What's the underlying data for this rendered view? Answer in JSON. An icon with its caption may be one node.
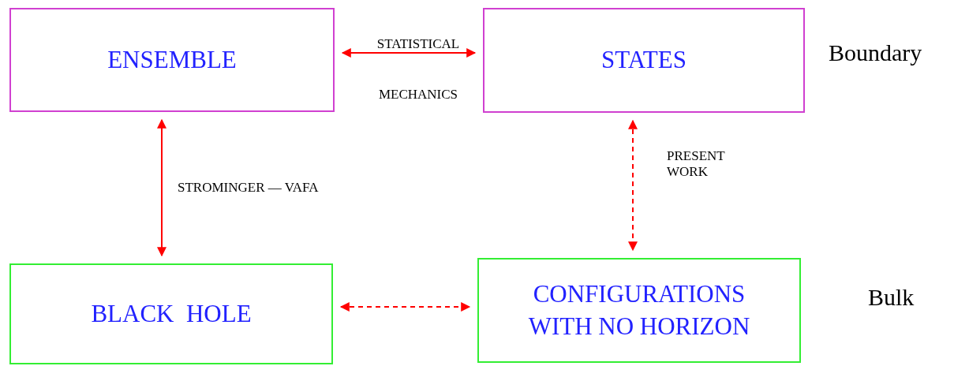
{
  "diagram": {
    "nodes": [
      {
        "text": [
          "ENSEMBLE"
        ]
      },
      {
        "text": [
          "STATES"
        ]
      },
      {
        "text": [
          "BLACK  HOLE"
        ]
      },
      {
        "text": [
          "CONFIGURATIONS WITH NO HORIZON"
        ]
      }
    ],
    "edges": [
      {
        "from": 0,
        "to": 1,
        "arrow": "both",
        "label": "STATISTICAL MECHANICS"
      },
      {
        "from": 0,
        "to": 2,
        "arrow": "both",
        "label": "STROMINGER — VAFA"
      },
      {
        "from": 1,
        "to": 3,
        "arrow": "both",
        "label": "PRESENT WORK",
        "style": "dashed"
      },
      {
        "from": 2,
        "to": 3,
        "arrow": "both",
        "style": "dashed"
      }
    ],
    "labels": [
      "Boundary",
      "Bulk"
    ]
  }
}
